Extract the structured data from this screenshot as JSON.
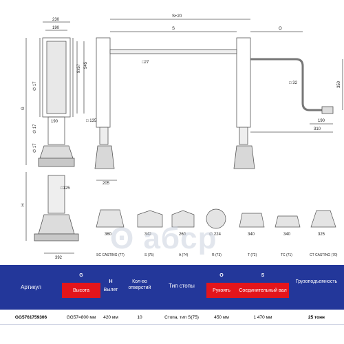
{
  "dims": {
    "w230": "230",
    "w190": "190",
    "sp20": "S+20",
    "s": "S",
    "o": "O",
    "h545": "545",
    "h9x57": "9x57",
    "g": "G",
    "h": "H",
    "d17a": "∅ 17",
    "d17b": "∅ 17",
    "d17c": "∅ 17",
    "w190b": "190",
    "sq27": "□27",
    "sq32": "□ 32",
    "r350": "350",
    "w190c": "190",
    "w310": "310",
    "sq135": "□ 135",
    "w205": "205",
    "sq125": "□125",
    "w392": "392"
  },
  "feet": [
    {
      "dim": "360",
      "label": "SC CASTING (77)"
    },
    {
      "dim": "342",
      "label": "S (75)"
    },
    {
      "dim": "260",
      "label": "A (74)"
    },
    {
      "dim": "∅ 224",
      "label": "R (73)"
    },
    {
      "dim": "340",
      "label": "T (72)"
    },
    {
      "dim": "340",
      "label": "TC (71)"
    },
    {
      "dim": "325",
      "label": "CT CASTING (70)"
    }
  ],
  "watermark": "ʘ aбcp",
  "table": {
    "colors": {
      "header": "#23379a",
      "accent": "#e3151b"
    },
    "headers": {
      "article": "Артикул",
      "g_letter": "G",
      "height": "Высота",
      "h_letter": "H",
      "h_sub": "Вылет",
      "holes": "Кол-во отверстий",
      "foot_type": "Тип стопы",
      "o_letter": "O",
      "handle": "Рукоять",
      "s_letter": "S",
      "shaft": "Соединительный вал",
      "capacity": "Грузоподъемность"
    },
    "row": {
      "article": "GG5761759306",
      "height": "GG57=800 мм",
      "h_value": "420 мм",
      "holes": "10",
      "foot_type": "Стопа, тип S(75)",
      "handle": "450 мм",
      "shaft": "1 470 мм",
      "capacity": "25 тонн"
    }
  }
}
